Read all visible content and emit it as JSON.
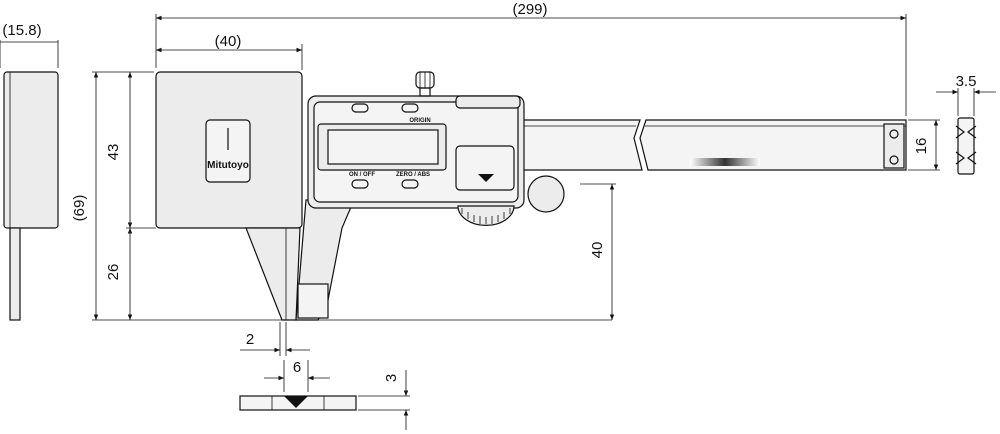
{
  "dimensions": {
    "total_length": "(299)",
    "depth_thickness": "(15.8)",
    "head_width": "(40)",
    "overall_height": "(69)",
    "head_height": "43",
    "jaw_length": "26",
    "jaw_depth": "40",
    "beam_width": "16",
    "beam_thickness": "3.5",
    "tip_width": "2",
    "tip_span": "6",
    "tip_height": "3"
  },
  "display": {
    "origin_label": "ORIGIN",
    "on_off_label": "ON / OFF",
    "zero_abs_label": "ZERO / ABS"
  },
  "brand": {
    "logo_text": "Mitutoyo"
  }
}
